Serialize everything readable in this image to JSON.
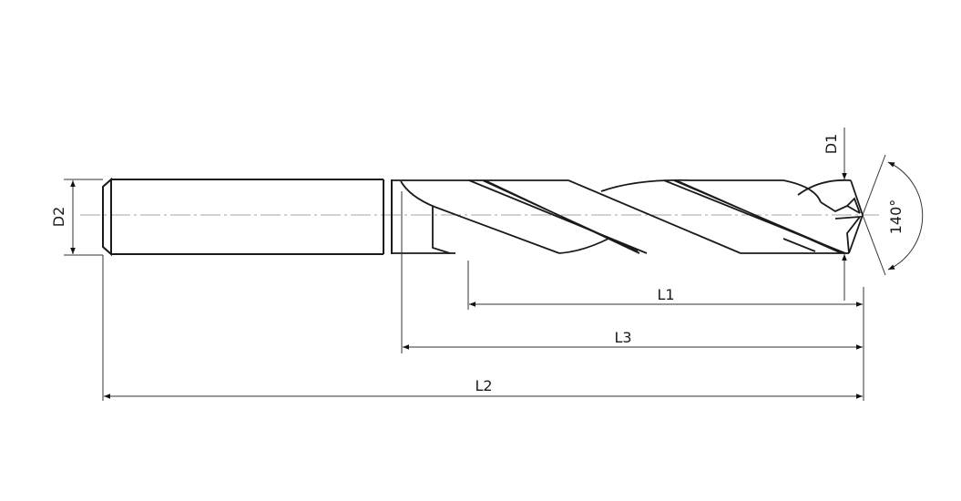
{
  "labels": {
    "d1": "D1",
    "d2": "D2",
    "l1": "L1",
    "l2": "L2",
    "l3": "L3",
    "angle": "140°"
  },
  "colors": {
    "outline": "#1a1a1a",
    "dimension": "#333333",
    "centerline": "#888888",
    "background": "#ffffff"
  }
}
